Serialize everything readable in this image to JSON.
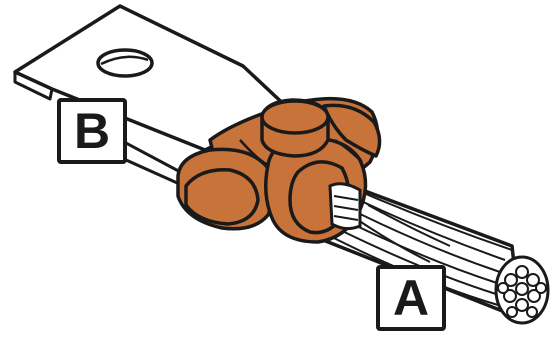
{
  "labels": {
    "a": "A",
    "b": "B"
  },
  "parts": {
    "lug_plate": {
      "icon": "flat-terminal-lug"
    },
    "clamp_body": {
      "icon": "split-bolt-connector"
    },
    "conductor": {
      "icon": "stranded-wire-conductor"
    }
  },
  "colors": {
    "copper": "#c8733a",
    "outline": "#1a1a1a",
    "plate": "#ffffff",
    "wire": "#ffffff"
  }
}
